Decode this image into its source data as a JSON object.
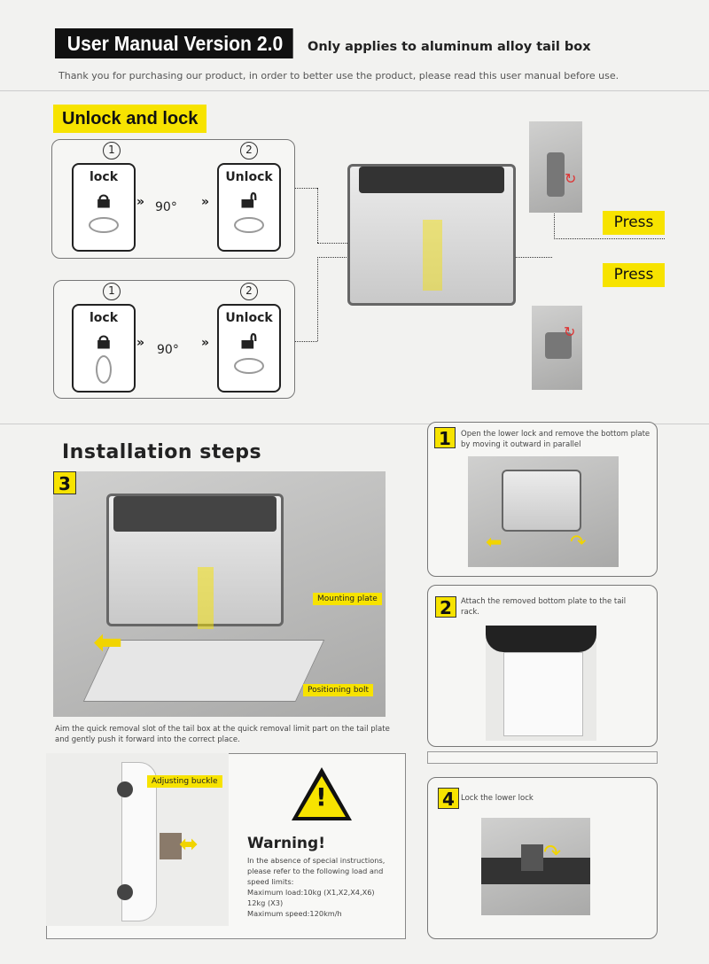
{
  "header": {
    "title": "User Manual Version 2.0",
    "subtitle": "Only applies to aluminum alloy tail box",
    "intro": "Thank you for purchasing our product, in order to better use the product, please read this user manual before use."
  },
  "unlock_section": {
    "title": "Unlock and lock",
    "rows": [
      {
        "step1": "1",
        "step2": "2",
        "lock_label": "lock",
        "unlock_label": "Unlock",
        "angle": "90°"
      },
      {
        "step1": "1",
        "step2": "2",
        "lock_label": "lock",
        "unlock_label": "Unlock",
        "angle": "90°"
      }
    ],
    "press_labels": [
      "Press",
      "Press"
    ]
  },
  "install": {
    "title": "Installation steps",
    "main_step": {
      "number": "3",
      "tags": [
        "Mounting plate",
        "Positioning bolt"
      ],
      "caption": "Aim the quick removal slot of the tail box at the quick removal limit part on the tail plate and gently push it forward into the correct place."
    },
    "adjust_tag": "Adjusting buckle",
    "warning": {
      "title": "Warning!",
      "lines": [
        "In the absence of special instructions, please refer to the following load and speed limits:",
        "Maximum load:10kg  (X1,X2,X4,X6)",
        "12kg  (X3)",
        "Maximum speed:120km/h"
      ]
    },
    "steps": [
      {
        "number": "1",
        "text": "Open the lower lock and remove the bottom plate by moving it outward in parallel"
      },
      {
        "number": "2",
        "text": "Attach the removed bottom plate to the tail rack."
      },
      {
        "number": "4",
        "text": "Lock the lower lock"
      }
    ]
  }
}
